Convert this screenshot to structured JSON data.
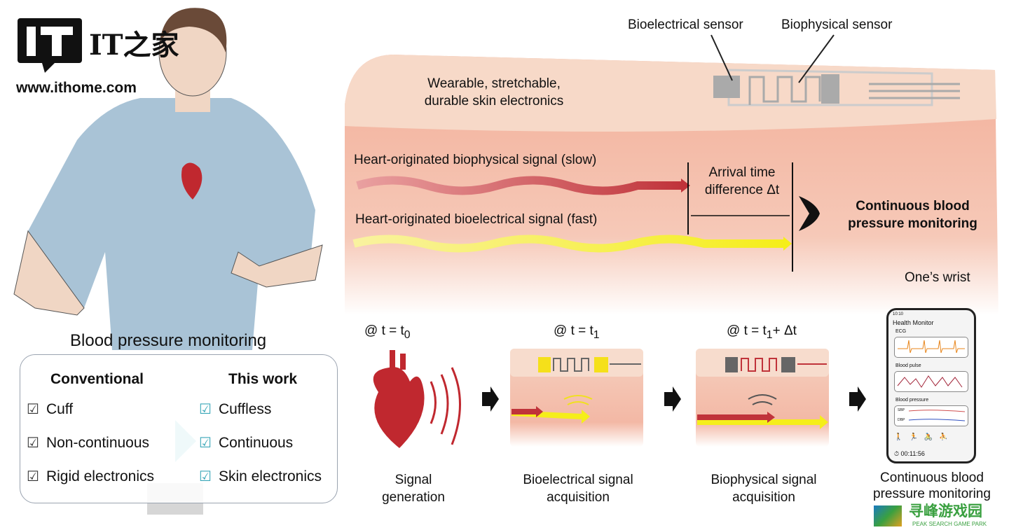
{
  "logo": {
    "brand": "IT之家",
    "url": "www.ithome.com"
  },
  "watermark": {
    "name": "寻峰游戏园",
    "sub": "PEAK SEARCH GAME PARK"
  },
  "left": {
    "title": "Blood pressure monitoring",
    "conventional": {
      "header": "Conventional",
      "items": [
        "Cuff",
        "Non-continuous",
        "Rigid electronics"
      ]
    },
    "this_work": {
      "header": "This work",
      "items": [
        "Cuffless",
        "Continuous",
        "Skin electronics"
      ]
    }
  },
  "skin": {
    "electronics_label": "Wearable, stretchable, durable skin electronics",
    "bioelectrical_sensor": "Bioelectrical sensor",
    "biophysical_sensor": "Biophysical sensor",
    "slow_signal": "Heart-originated biophysical signal (slow)",
    "fast_signal": "Heart-originated bioelectrical signal (fast)",
    "arrival_line1": "Arrival time",
    "arrival_line2": "difference Δt",
    "output_line1": "Continuous blood",
    "output_line2": "pressure monitoring",
    "wrist": "One’s wrist"
  },
  "steps": [
    {
      "time": "@ t = t",
      "sub": "0",
      "extra": "",
      "cap1": "Signal",
      "cap2": "generation"
    },
    {
      "time": "@ t = t",
      "sub": "1",
      "extra": "",
      "cap1": "Bioelectrical signal",
      "cap2": "acquisition"
    },
    {
      "time": "@ t = t",
      "sub": "1",
      "extra": "+ Δt",
      "cap1": "Biophysical signal",
      "cap2": "acquisition"
    },
    {
      "time": "",
      "sub": "",
      "extra": "",
      "cap1": "Continuous blood",
      "cap2": "pressure monitoring"
    }
  ],
  "phone": {
    "clock": "10:10",
    "title": "Health Monitor",
    "ecg": "ECG",
    "pulse": "Blood pulse",
    "pressure": "Blood pressure",
    "sbp": "SBP",
    "dbp": "DBP",
    "timer": "00:11:56"
  },
  "colors": {
    "skin_top": "#f7d9c8",
    "skin_deep": "#f2ae98",
    "heart": "#c0282f",
    "fast_signal": "#f5ee1a",
    "slow_signal": "#c0333a",
    "check_this_work": "#3aa7b8"
  }
}
